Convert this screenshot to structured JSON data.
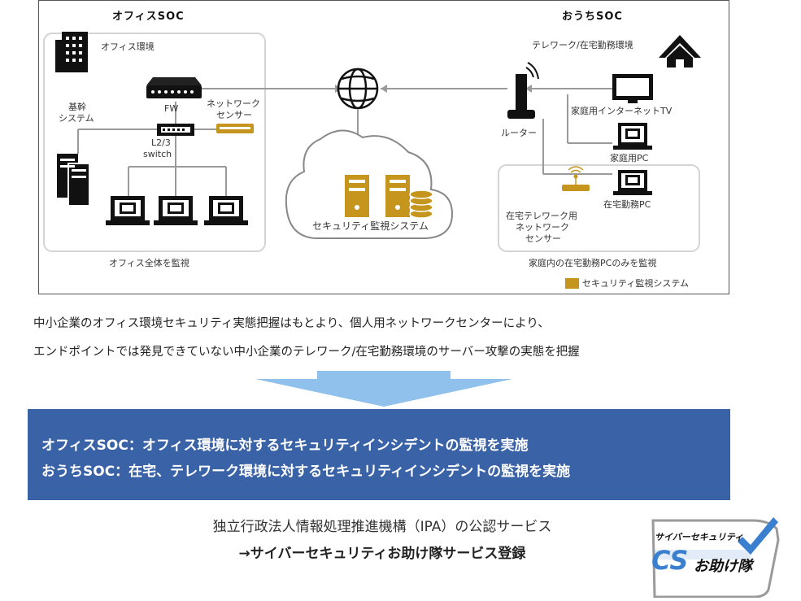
{
  "diagram": {
    "office_title": "オフィスSOC",
    "home_title": "おうちSOC",
    "office_env": "オフィス環境",
    "fw": "FW",
    "kikan_1": "基幹",
    "kikan_2": "システム",
    "l23_1": "L2/3",
    "l23_2": "switch",
    "sensor_1": "ネットワーク",
    "sensor_2": "センサー",
    "office_caption": "オフィス全体を監視",
    "cloud_label": "セキュリティ監視システム",
    "home_env": "テレワーク/在宅勤務環境",
    "router": "ルーター",
    "home_tv": "家庭用インターネットTV",
    "home_pc": "家庭用PC",
    "work_pc": "在宅勤務PC",
    "home_sensor_1": "在宅テレワーク用",
    "home_sensor_2": "ネットワーク",
    "home_sensor_3": "センサー",
    "home_caption": "家庭内の在宅勤務PCのみを監視",
    "legend": "セキュリティ監視システム",
    "legend_color": "#c5951d"
  },
  "description": {
    "line1": "中小企業のオフィス環境セキュリティ実態把握はもとより、個人用ネットワークセンターにより、",
    "line2": "エンドポイントでは発見できていない中小企業のテレワーク/在宅勤務環境のサーバー攻撃の実態を把握"
  },
  "arrow_color": "#8fc1ec",
  "banner": {
    "color": "#3a62a7",
    "line1": "オフィスSOC：オフィス環境に対するセキュリティインシデントの監視を実施",
    "line2": "おうちSOC：在宅、テレワーク環境に対するセキュリティインシデントの監視を実施"
  },
  "footer": {
    "line1": "独立行政法人情報処理推進機構（IPA）の公認サービス",
    "line2": "→サイバーセキュリティお助け隊サービス登録"
  },
  "badge": {
    "top": "サイバーセキュリティ",
    "cs": "CS",
    "name": "お助け隊"
  }
}
